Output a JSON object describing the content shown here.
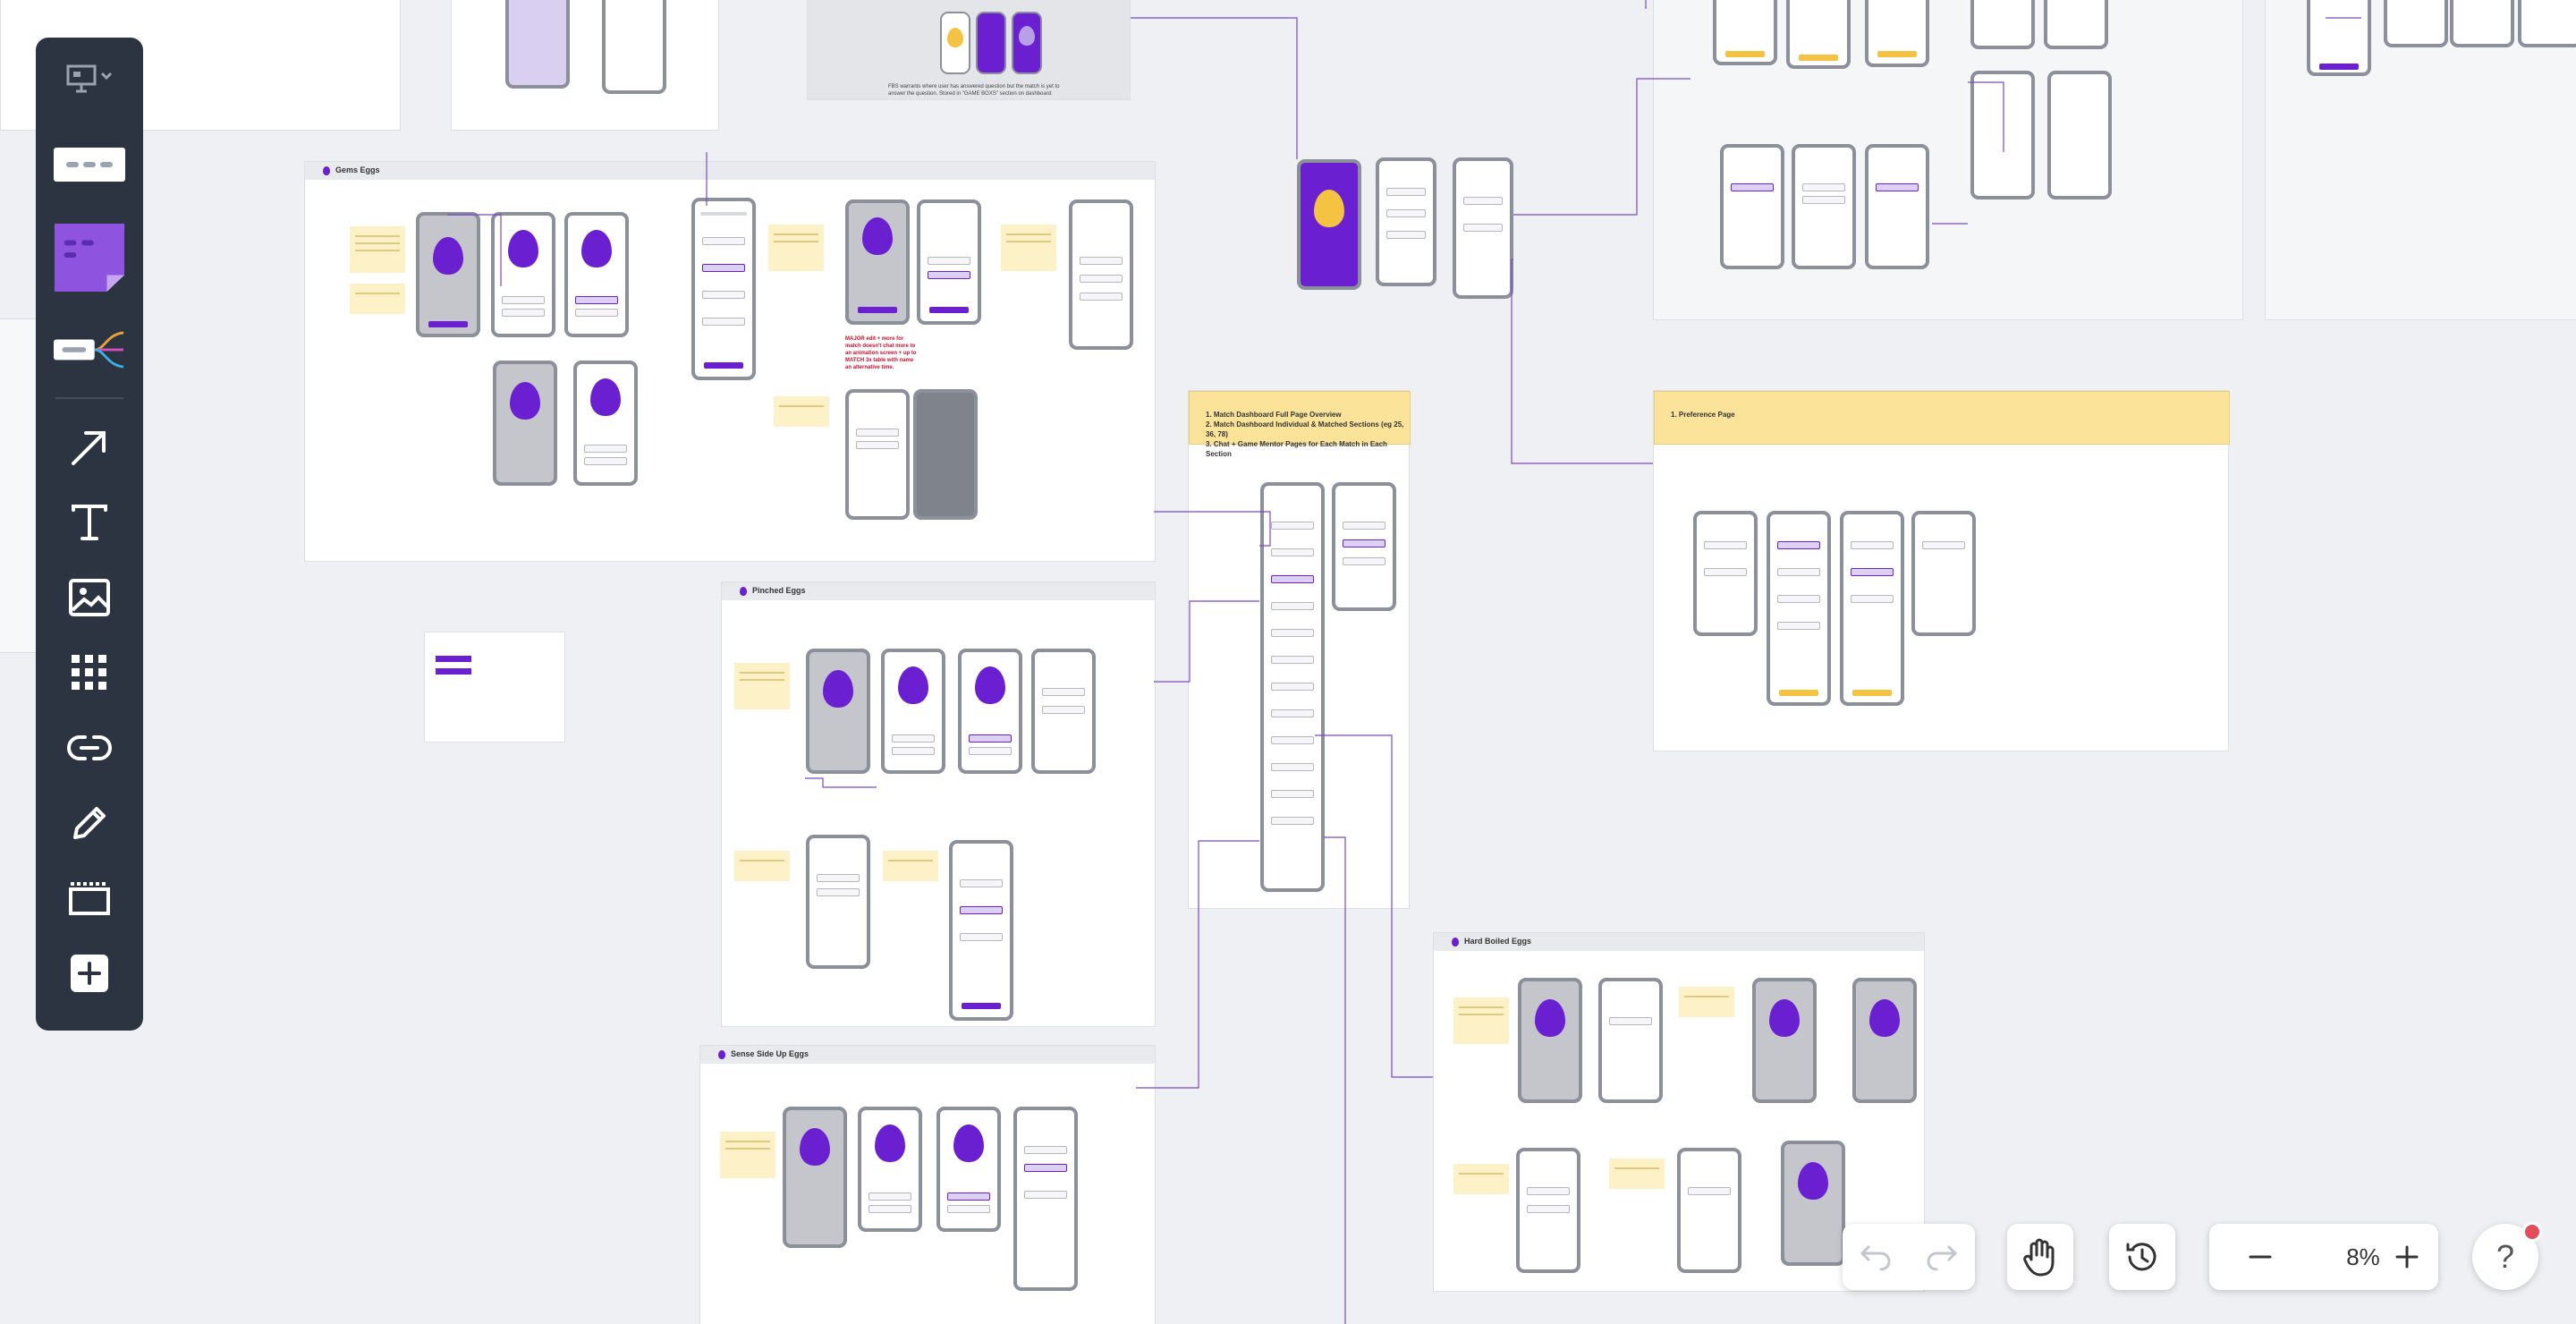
{
  "frames": {
    "gems_eggs": "Gems Eggs",
    "pinched_eggs": "Pinched Eggs",
    "sense_side_up_eggs": "Sense Side Up Eggs",
    "hard_boiled_eggs": "Hard Boiled Eggs",
    "preferences_page": "1. Preference Page",
    "match_dashboard": "1. Match Dashboard Full Page Overview\n2. Match Dashboard Individual & Matched Sections (eg 25, 36, 78)\n3. Chat + Game Mentor Pages for Each Match in Each Section"
  },
  "notes": {
    "top_screen_note": "FBS warrants where user has answered question but the match is yet to answer the question. Stored in \"GAME BOXS\" section on dashboard.",
    "red_note": "MAJOR edit + more for match doesn't chat more to an animation screen + up to MATCH 3x table with name an alternative time."
  },
  "zoom": {
    "value": "8%"
  },
  "help": {
    "label": "?"
  },
  "colors": {
    "toolbar": "#2b3440",
    "accent_purple": "#6a1fd1",
    "sticky_yellow": "#fdf1c7",
    "header_yellow": "#fbe39a",
    "notification": "#e44b5c"
  }
}
